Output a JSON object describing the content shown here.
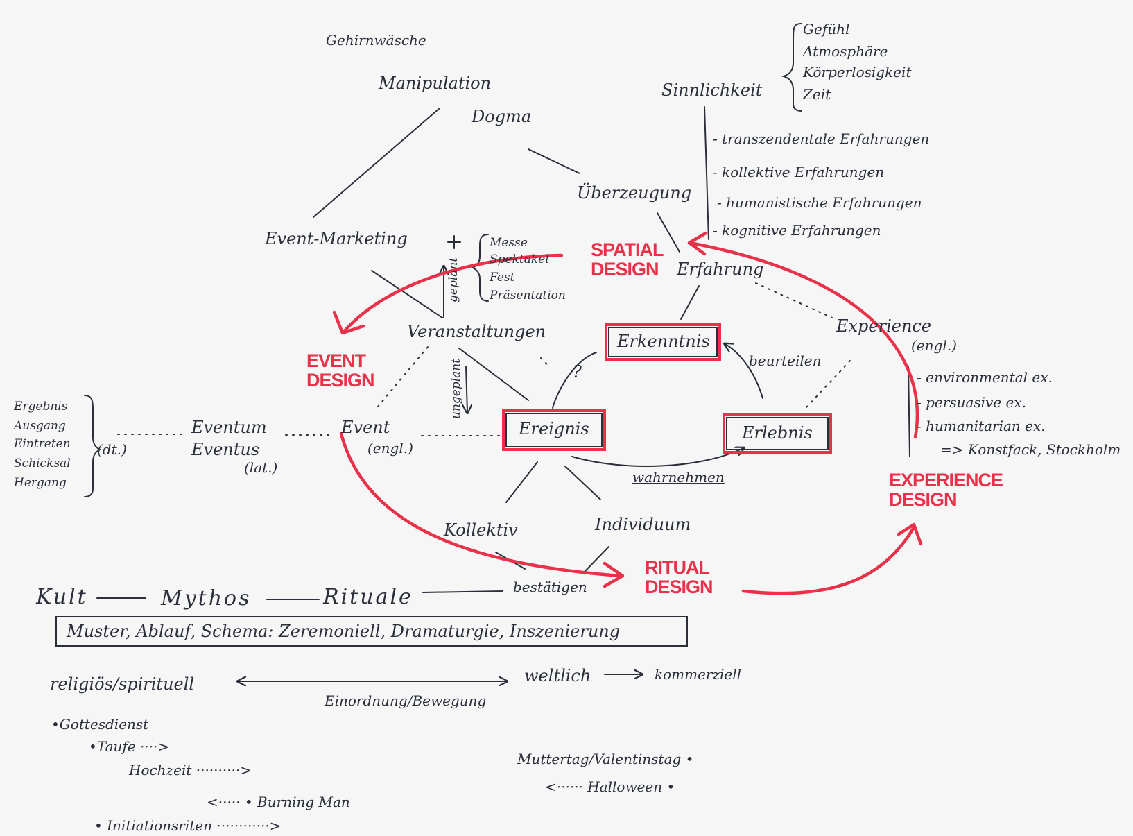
{
  "top": {
    "gehirnwaesche": "Gehirnwäsche",
    "manipulation": "Manipulation",
    "dogma": "Dogma",
    "ueberzeugung": "Überzeugung",
    "event_marketing": "Event-Marketing",
    "veranstaltungen": "Veranstaltungen",
    "geplant": "geplant",
    "ungeplant": "ungeplant",
    "veranstaltung_types": [
      "Messe",
      "Spektakel",
      "Fest",
      "Präsentation"
    ]
  },
  "sinn": {
    "label": "Sinnlichkeit",
    "items": [
      "Gefühl",
      "Atmosphäre",
      "Körperlosigkeit",
      "Zeit"
    ],
    "erfahrungen": [
      "- transzendentale Erfahrungen",
      "- kollektive Erfahrungen",
      "- humanistische Erfahrungen",
      "- kognitive Erfahrungen"
    ]
  },
  "center": {
    "erfahrung": "Erfahrung",
    "experience": "Experience",
    "experience_sub": "(engl.)",
    "erkenntnis": "Erkenntnis",
    "beurteilen": "beurteilen",
    "question": "?",
    "ereignis": "Ereignis",
    "erlebnis": "Erlebnis",
    "wahrnehmen": "wahrnehmen",
    "kollektiv": "Kollektiv",
    "individuum": "Individuum",
    "bestaetigen": "bestätigen",
    "experience_items": [
      "- environmental ex.",
      "- persuasive ex.",
      "- humanitarian ex.",
      "=> Konstfack, Stockholm"
    ]
  },
  "left": {
    "meanings": [
      "Ergebnis",
      "Ausgang",
      "Eintreten",
      "Schicksal",
      "Hergang"
    ],
    "dt": "(dt.)",
    "eventum": "Eventum",
    "eventus": "Eventus",
    "lat": "(lat.)",
    "event": "Event",
    "engl": "(engl.)"
  },
  "design": {
    "spatial": [
      "SPATIAL",
      "DESIGN"
    ],
    "event": [
      "EVENT",
      "DESIGN"
    ],
    "ritual": [
      "RITUAL",
      "DESIGN"
    ],
    "experience": [
      "EXPERIENCE",
      "DESIGN"
    ]
  },
  "bottom": {
    "kult": "Kult",
    "mythos": "Mythos",
    "rituale": "Rituale",
    "box_text": "Muster, Ablauf, Schema: Zeremoniell, Dramaturgie, Inszenierung",
    "religioes": "religiös/spirituell",
    "weltlich": "weltlich",
    "kommerziell": "kommerziell",
    "bewegung": "Einordnung/Bewegung",
    "gottesdienst": "•Gottesdienst",
    "taufe": "•Taufe ····>",
    "hochzeit": "Hochzeit ··········>",
    "burning_man": "<····· • Burning Man",
    "initiation": "• Initiationsriten ············>",
    "muttertag": "Muttertag/Valentinstag •",
    "halloween": "<······ Halloween •"
  },
  "colors": {
    "ink": "#2a2f3a",
    "red": "#e8324a",
    "paper": "#f6f6f7"
  }
}
